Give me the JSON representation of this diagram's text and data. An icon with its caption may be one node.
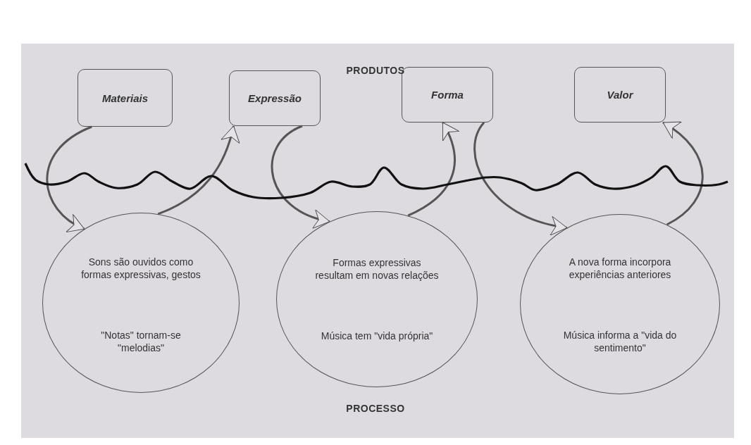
{
  "diagram": {
    "nodes": [
      {
        "text": [
          "Materiais"
        ]
      },
      {
        "text": [
          "Expressão"
        ]
      },
      {
        "text": [
          "Forma"
        ]
      },
      {
        "text": [
          "Valor"
        ]
      },
      {
        "text": [
          "Sons são ouvidos como formas expressivas, gestos",
          "\"Notas\" tornam-se \"melodias\""
        ]
      },
      {
        "text": [
          "Formas expressivas resultam em novas relações",
          "Música tem \"vida própria\""
        ]
      },
      {
        "text": [
          "A nova forma incorpora experiências anteriores",
          "Música informa a \"vida do sentimento\""
        ]
      }
    ],
    "edges": [
      {
        "from": 0,
        "to": 4,
        "arrow": "to"
      },
      {
        "from": 4,
        "to": 1,
        "arrow": "to"
      },
      {
        "from": 1,
        "to": 5,
        "arrow": "to"
      },
      {
        "from": 5,
        "to": 2,
        "arrow": "to"
      },
      {
        "from": 2,
        "to": 6,
        "arrow": "to"
      },
      {
        "from": 6,
        "to": 3,
        "arrow": "to"
      }
    ],
    "labels": [
      "PRODUTOS",
      "PROCESSO"
    ]
  }
}
